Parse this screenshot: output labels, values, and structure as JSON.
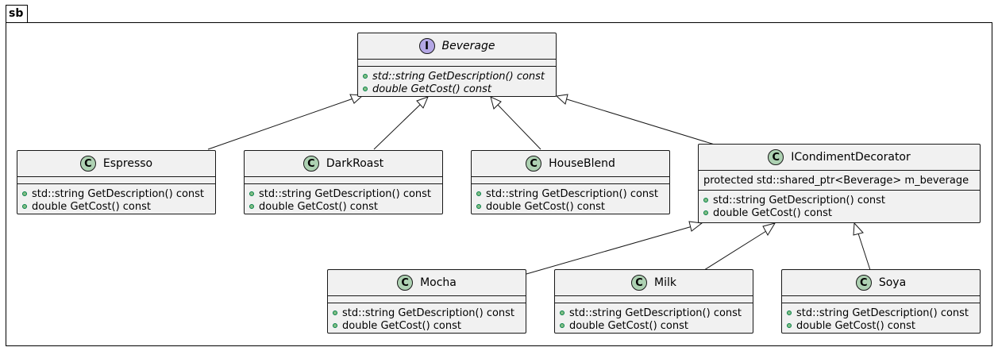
{
  "package": {
    "name": "sb"
  },
  "classes": {
    "beverage": {
      "name": "Beverage",
      "stereotype": "I",
      "methods": [
        "std::string GetDescription() const",
        "double GetCost() const"
      ]
    },
    "espresso": {
      "name": "Espresso",
      "stereotype": "C",
      "methods": [
        "std::string GetDescription() const",
        "double GetCost() const"
      ]
    },
    "darkroast": {
      "name": "DarkRoast",
      "stereotype": "C",
      "methods": [
        "std::string GetDescription() const",
        "double GetCost() const"
      ]
    },
    "houseblend": {
      "name": "HouseBlend",
      "stereotype": "C",
      "methods": [
        "std::string GetDescription() const",
        "double GetCost() const"
      ]
    },
    "decorator": {
      "name": "ICondimentDecorator",
      "stereotype": "C",
      "fields": [
        "protected std::shared_ptr<Beverage> m_beverage"
      ],
      "methods": [
        "std::string GetDescription() const",
        "double GetCost() const"
      ]
    },
    "mocha": {
      "name": "Mocha",
      "stereotype": "C",
      "methods": [
        "std::string GetDescription() const",
        "double GetCost() const"
      ]
    },
    "milk": {
      "name": "Milk",
      "stereotype": "C",
      "methods": [
        "std::string GetDescription() const",
        "double GetCost() const"
      ]
    },
    "soya": {
      "name": "Soya",
      "stereotype": "C",
      "methods": [
        "std::string GetDescription() const",
        "double GetCost() const"
      ]
    }
  },
  "colors": {
    "class_fill": "#f1f1f1",
    "class_badge": "#add1b2",
    "interface_badge": "#b4a7e5",
    "method_dot": "#84be84"
  }
}
